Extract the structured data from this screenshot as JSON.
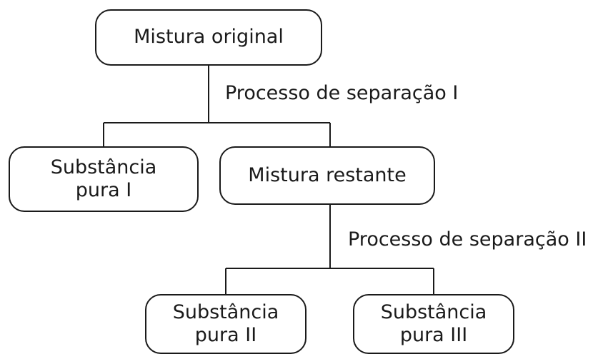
{
  "nodes": {
    "original_mixture": "Mistura original",
    "pure_substance_1": {
      "line1": "Substância",
      "line2": "pura I"
    },
    "remaining_mixture": "Mistura restante",
    "pure_substance_2": {
      "line1": "Substância",
      "line2": "pura II"
    },
    "pure_substance_3": {
      "line1": "Substância",
      "line2": "pura III"
    }
  },
  "processes": {
    "separation_1": "Processo de separação I",
    "separation_2": "Processo de separação II"
  },
  "colors": {
    "stroke": "#1a1a1a",
    "background": "#ffffff"
  }
}
